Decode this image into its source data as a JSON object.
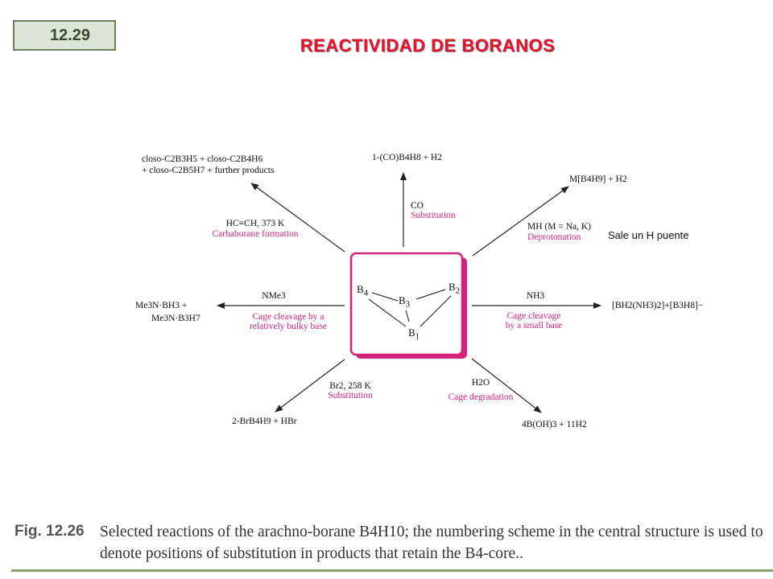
{
  "header": {
    "slide_number": "12.29",
    "title": "REACTIVIDAD DE BORANOS"
  },
  "diagram": {
    "atoms": {
      "b4": {
        "sym": "B",
        "num": "4"
      },
      "b3": {
        "sym": "B",
        "num": "3"
      },
      "b2": {
        "sym": "B",
        "num": "2"
      },
      "b1": {
        "sym": "B",
        "num": "1"
      }
    },
    "reactions": {
      "top_left": {
        "product_line1": "closo-C2B3H5 + closo-C2B4H6",
        "product_line2": "+ closo-C2B5H7 + further products",
        "reagent": "HC≡CH, 373 K",
        "type": "Carbaborane formation"
      },
      "top": {
        "product": "1-(CO)B4H8 + H2",
        "reagent": "CO",
        "type": "Substitution"
      },
      "top_right": {
        "product": "M[B4H9] + H2",
        "reagent": "MH (M = Na, K)",
        "type": "Deprotonation"
      },
      "left": {
        "product_line1": "Me3N·BH3 +",
        "product_line2": "Me3N·B3H7",
        "reagent": "NMe3",
        "type_line1": "Cage cleavage by a",
        "type_line2": "relatively bulky base"
      },
      "right": {
        "product": "[BH2(NH3)2]+[B3H8]−",
        "reagent": "NH3",
        "type_line1": "Cage cleavage",
        "type_line2": "by a small base"
      },
      "bottom_left": {
        "product": "2-BrB4H9 + HBr",
        "reagent": "Br2, 258 K",
        "type": "Substitution"
      },
      "bottom_right": {
        "product": "4B(OH)3 + 11H2",
        "reagent": "H2O",
        "type": "Cage degradation"
      }
    },
    "note": "Sale un H puente"
  },
  "caption": {
    "label": "Fig. 12.26",
    "text": "Selected reactions of the arachno-borane B4H10; the numbering scheme in the central structure is used to denote positions of substitution in products that retain the B4-core.."
  },
  "colors": {
    "accent_pink": "#d4237a",
    "title_red": "#e8102a",
    "footer_green": "#8aa070"
  }
}
